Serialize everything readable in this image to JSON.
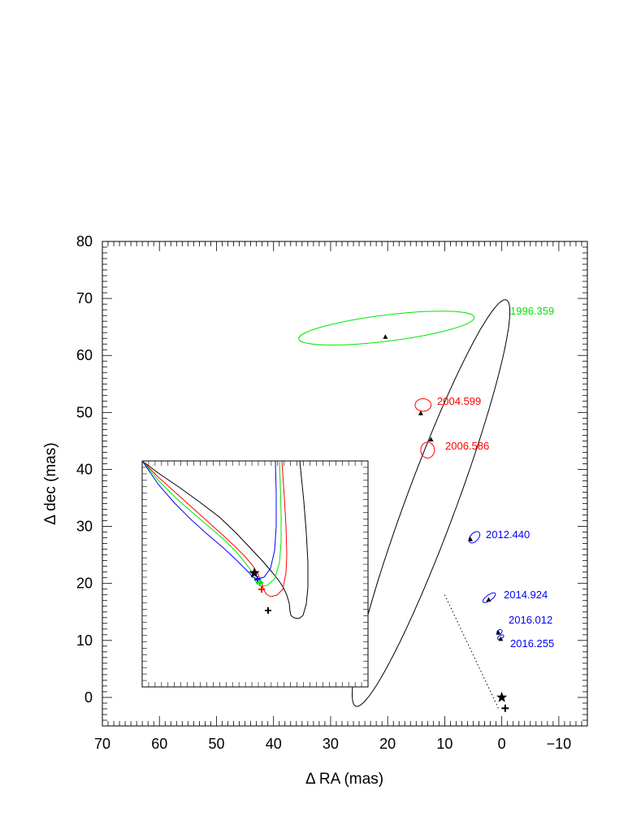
{
  "chart_data": {
    "type": "scatter",
    "title": "",
    "xlabel": "Δ RA (mas)",
    "ylabel": "Δ dec (mas)",
    "xlim": [
      70,
      -15
    ],
    "ylim": [
      -5,
      80
    ],
    "x_reversed": true,
    "x_ticks": [
      70,
      60,
      50,
      40,
      30,
      20,
      10,
      0,
      -10
    ],
    "x_tick_labels": [
      "70",
      "60",
      "50",
      "40",
      "30",
      "20",
      "10",
      "0",
      "−10"
    ],
    "y_ticks": [
      0,
      10,
      20,
      30,
      40,
      50,
      60,
      70,
      80
    ],
    "y_tick_labels": [
      "0",
      "10",
      "20",
      "30",
      "40",
      "50",
      "60",
      "70",
      "80"
    ],
    "grid": false,
    "colors": {
      "black": "#000000",
      "green": "#00e600",
      "red": "#ff0000",
      "blue": "#0000ff"
    },
    "orbit": {
      "center": [
        12.4,
        34.1
      ],
      "semi_major": 38.0,
      "semi_minor": 4.4,
      "angle_deg": 110.3,
      "color": "#000000"
    },
    "periastron_line": {
      "from": [
        0.6,
        -1.9
      ],
      "to": [
        10.0,
        18.0
      ],
      "style": "dotted"
    },
    "primary_star": {
      "x": 0.0,
      "y": 0.0,
      "marker": "star"
    },
    "periastron_marker": {
      "x": -0.6,
      "y": -1.9,
      "marker": "plus"
    },
    "epochs": [
      {
        "label": "1996.359",
        "group": "green",
        "obs": [
          20.2,
          64.8
        ],
        "err_a": 15.5,
        "err_b": 2.3,
        "err_angle": 7,
        "fit": [
          20.4,
          63.2
        ]
      },
      {
        "label": "2004.599",
        "group": "red",
        "obs": [
          13.8,
          51.3
        ],
        "err_a": 1.4,
        "err_b": 1.1,
        "err_angle": 0,
        "fit": [
          14.2,
          49.8
        ]
      },
      {
        "label": "2006.586",
        "group": "red",
        "obs": [
          13.0,
          43.4
        ],
        "err_a": 1.2,
        "err_b": 1.4,
        "err_angle": 0,
        "fit": [
          12.4,
          45.2
        ]
      },
      {
        "label": "2012.440",
        "group": "blue",
        "obs": [
          4.8,
          28.1
        ],
        "err_a": 1.2,
        "err_b": 0.7,
        "err_angle": 48,
        "fit": [
          5.5,
          27.7
        ]
      },
      {
        "label": "2014.924",
        "group": "blue",
        "obs": [
          2.2,
          17.5
        ],
        "err_a": 1.3,
        "err_b": 0.5,
        "err_angle": 35,
        "fit": [
          2.3,
          17.1
        ]
      },
      {
        "label": "2016.012",
        "group": "blue",
        "obs": [
          0.4,
          11.5
        ],
        "err_a": 0.5,
        "err_b": 0.35,
        "err_angle": 30,
        "fit": [
          0.6,
          11.3
        ]
      },
      {
        "label": "2016.255",
        "group": "blue",
        "obs": [
          0.2,
          10.6
        ],
        "err_a": 0.6,
        "err_b": 0.3,
        "err_angle": 30,
        "fit": [
          0.2,
          10.2
        ]
      }
    ],
    "inset": {
      "curves": [
        {
          "color": "#000000",
          "points": [
            [
              0,
              0
            ],
            [
              20,
              15
            ],
            [
              45,
              32
            ],
            [
              70,
              50
            ],
            [
              95,
              69
            ],
            [
              115,
              88
            ],
            [
              133,
              107
            ],
            [
              148,
              123
            ],
            [
              160,
              137
            ],
            [
              168,
              147
            ],
            [
              174,
              156
            ],
            [
              178,
              165
            ],
            [
              181,
              175
            ],
            [
              182,
              185
            ],
            [
              183,
              190
            ],
            [
              187,
              193
            ],
            [
              193,
              194
            ],
            [
              198,
              190
            ],
            [
              202,
              176
            ],
            [
              204,
              155
            ],
            [
              204,
              125
            ],
            [
              202,
              88
            ],
            [
              199,
              50
            ],
            [
              196,
              20
            ],
            [
              194,
              0
            ]
          ]
        },
        {
          "color": "#ff0000",
          "points": [
            [
              0,
              0
            ],
            [
              20,
              20
            ],
            [
              40,
              38
            ],
            [
              60,
              56
            ],
            [
              80,
              74
            ],
            [
              100,
              92
            ],
            [
              115,
              106
            ],
            [
              127,
              118
            ],
            [
              137,
              130
            ],
            [
              143,
              140
            ],
            [
              147,
              150
            ],
            [
              150,
              159
            ],
            [
              153,
              164
            ],
            [
              158,
              167
            ],
            [
              166,
              165
            ],
            [
              173,
              158
            ],
            [
              177,
              138
            ],
            [
              178,
              115
            ],
            [
              177,
              80
            ],
            [
              175,
              45
            ],
            [
              173,
              15
            ],
            [
              172,
              0
            ]
          ]
        },
        {
          "color": "#00e600",
          "points": [
            [
              0,
              0
            ],
            [
              20,
              24
            ],
            [
              40,
              44
            ],
            [
              60,
              62
            ],
            [
              80,
              79
            ],
            [
              100,
              96
            ],
            [
              115,
              111
            ],
            [
              126,
              124
            ],
            [
              134,
              135
            ],
            [
              138,
              144
            ],
            [
              141,
              151
            ],
            [
              146,
              154
            ],
            [
              154,
              153
            ],
            [
              163,
              145
            ],
            [
              169,
              125
            ],
            [
              171,
              100
            ],
            [
              171,
              65
            ],
            [
              170,
              30
            ],
            [
              169,
              0
            ]
          ]
        },
        {
          "color": "#0000ff",
          "points": [
            [
              0,
              0
            ],
            [
              20,
              29
            ],
            [
              40,
              52
            ],
            [
              60,
              72
            ],
            [
              80,
              90
            ],
            [
              100,
              107
            ],
            [
              115,
              121
            ],
            [
              125,
              131
            ],
            [
              132,
              138
            ],
            [
              136,
              143
            ],
            [
              142,
              145
            ],
            [
              150,
              143
            ],
            [
              158,
              132
            ],
            [
              163,
              110
            ],
            [
              165,
              80
            ],
            [
              165,
              40
            ],
            [
              164,
              0
            ]
          ]
        }
      ],
      "markers": [
        {
          "color": "#000000",
          "marker": "star",
          "at": [
            138,
            138
          ]
        },
        {
          "color": "#0000ff",
          "marker": "plus",
          "at": [
            142,
            146
          ]
        },
        {
          "color": "#00e600",
          "marker": "plus",
          "at": [
            145,
            150
          ]
        },
        {
          "color": "#ff0000",
          "marker": "plus",
          "at": [
            147,
            158
          ]
        },
        {
          "color": "#000000",
          "marker": "plus",
          "at": [
            155,
            184
          ]
        }
      ]
    }
  }
}
